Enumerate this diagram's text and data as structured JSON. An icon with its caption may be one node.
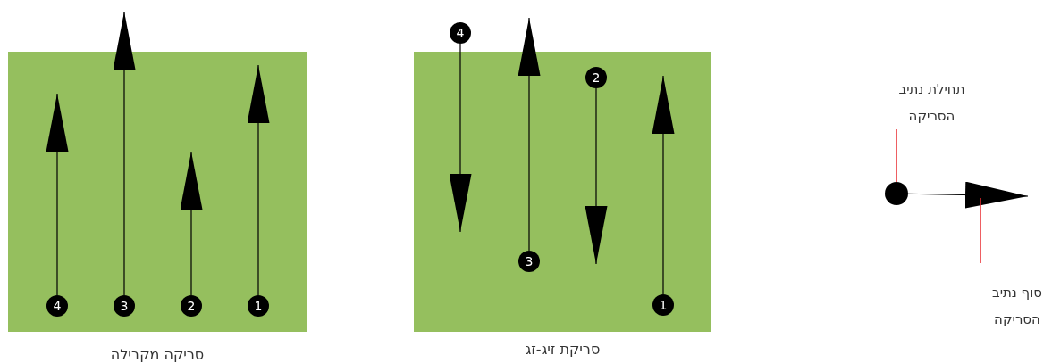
{
  "diagram": {
    "nodes": [
      {
        "text": [
          "סריקה מקבילה"
        ]
      },
      {
        "text": [
          "4"
        ],
        "in": 0
      },
      {
        "text": [
          "3"
        ],
        "in": 0
      },
      {
        "text": [
          "2"
        ],
        "in": 0
      },
      {
        "text": [
          "1"
        ],
        "in": 0
      },
      {
        "text": [
          "סריקת זיג-זג"
        ]
      },
      {
        "text": [
          "4"
        ]
      },
      {
        "text": [
          "3"
        ],
        "in": 5
      },
      {
        "text": [
          "2"
        ],
        "in": 5
      },
      {
        "text": [
          "1"
        ],
        "in": 5
      },
      {
        "text": [
          "תחילת נתיב הסריקה"
        ]
      },
      {
        "text": [],
        "shape": "circle"
      },
      {
        "text": [
          "סוף נתיב הסריקה"
        ]
      }
    ],
    "edges": [
      {
        "from": 1,
        "to": null,
        "arrow": "to"
      },
      {
        "from": 2,
        "to": null,
        "arrow": "to"
      },
      {
        "from": 3,
        "to": null,
        "arrow": "to"
      },
      {
        "from": 4,
        "to": null,
        "arrow": "to"
      },
      {
        "from": 6,
        "to": null,
        "arrow": "to"
      },
      {
        "from": 7,
        "to": null,
        "arrow": "to"
      },
      {
        "from": 8,
        "to": null,
        "arrow": "to"
      },
      {
        "from": 9,
        "to": null,
        "arrow": "to"
      },
      {
        "from": 11,
        "to": null,
        "arrow": "to"
      },
      {
        "from": 10,
        "to": 11,
        "arrow": "none",
        "color": "#e8292e"
      },
      {
        "from": 12,
        "to": null,
        "arrow": "none",
        "color": "#e8292e"
      }
    ]
  }
}
